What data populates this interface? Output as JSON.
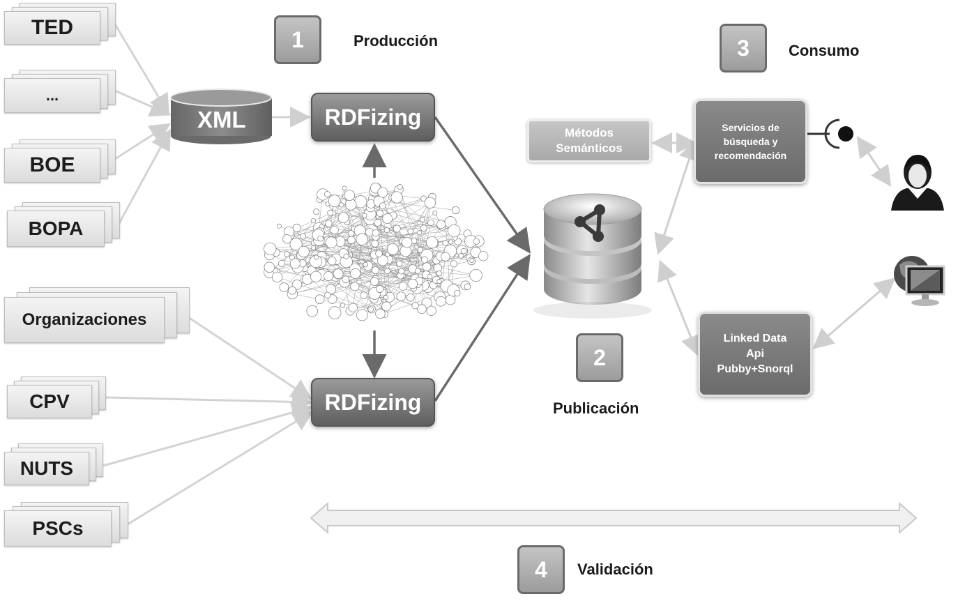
{
  "sources_top": [
    "TED",
    "...",
    "BOE",
    "BOPA"
  ],
  "sources_bottom": [
    "Organizaciones",
    "CPV",
    "NUTS",
    "PSCs"
  ],
  "xml": {
    "label": "XML"
  },
  "rdfizing": {
    "top_label": "RDFizing",
    "bottom_label": "RDFizing"
  },
  "phases": [
    {
      "number": "1",
      "label": "Producción"
    },
    {
      "number": "2",
      "label": "Publicación"
    },
    {
      "number": "3",
      "label": "Consumo"
    },
    {
      "number": "4",
      "label": "Validación"
    }
  ],
  "metodos": {
    "line1": "Métodos",
    "line2": "Semánticos"
  },
  "services": {
    "line1": "Servicios de",
    "line2": "búsqueda y",
    "line3": "recomendación"
  },
  "linked_data": {
    "line1": "Linked Data",
    "line2": "Api",
    "line3": "Pubby+Snorql"
  },
  "icons": [
    "database-icon",
    "share-icon",
    "user-icon",
    "globe-computer-icon",
    "graph-cloud-icon",
    "lollipop-interface-icon"
  ],
  "colors": {
    "dark_box": "#6b6b6b",
    "light_box": "#a9a9a9",
    "arrow": "#cfcfcf",
    "arrow_dark": "#6a6a6a"
  }
}
